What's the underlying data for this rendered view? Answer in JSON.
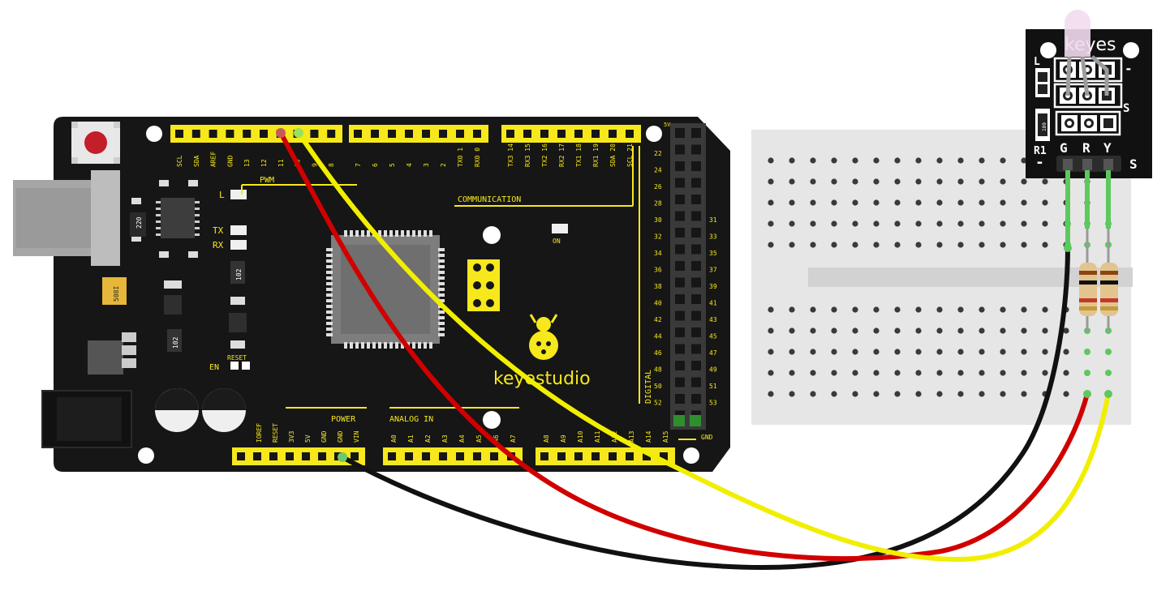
{
  "board": {
    "brand": "keyestudio",
    "header_top_labels": [
      "SCL",
      "SDA",
      "AREF",
      "GND",
      "13",
      "12",
      "11",
      "10",
      "9",
      "8"
    ],
    "header_top_labels_b": [
      "7",
      "6",
      "5",
      "4",
      "3",
      "2",
      "TX0 1",
      "RX0 0"
    ],
    "header_top_labels_c": [
      "TX3 14",
      "RX3 15",
      "TX2 16",
      "RX2 17",
      "TX1 18",
      "RX1 19",
      "SDA 20",
      "SCL 21"
    ],
    "pwm_label": "PWM",
    "communication_label": "COMMUNICATION",
    "digital_label": "DIGITAL",
    "power_label": "POWER",
    "analog_label": "ANALOG IN",
    "power_pins": [
      "IOREF",
      "RESET",
      "3V3",
      "5V",
      "GND",
      "GND",
      "VIN"
    ],
    "analog_pins_a": [
      "A0",
      "A1",
      "A2",
      "A3",
      "A4",
      "A5",
      "A6",
      "A7"
    ],
    "analog_pins_b": [
      "A8",
      "A9",
      "A10",
      "A11",
      "A12",
      "A13",
      "A14",
      "A15"
    ],
    "digital_left": [
      "22",
      "24",
      "26",
      "28",
      "30",
      "32",
      "34",
      "36",
      "38",
      "40",
      "42",
      "44",
      "46",
      "48",
      "50",
      "52"
    ],
    "digital_right": [
      "31",
      "33",
      "35",
      "37",
      "39",
      "41",
      "43",
      "45",
      "47",
      "49",
      "51",
      "53"
    ],
    "top_5v": "5V",
    "bottom_gnd": "GND",
    "led_l": "L",
    "led_tx": "TX",
    "led_rx": "RX",
    "led_on": "ON",
    "en_label": "EN",
    "reset_label": "RESET",
    "chip_220": "220",
    "chip_102a": "102",
    "chip_102b": "102",
    "chip_508": "508I"
  },
  "module": {
    "brand": "keyes",
    "pin_labels": [
      "G",
      "R",
      "Y"
    ],
    "signal_label": "S",
    "minus_label": "-",
    "signal_label_top": "S",
    "minus_label_top": "-",
    "l_label": "L",
    "r1_label": "R1",
    "smd_code": "189"
  },
  "wires": {
    "colors": {
      "red": "#d10000",
      "yellow": "#f2ee00",
      "black": "#111111"
    }
  }
}
